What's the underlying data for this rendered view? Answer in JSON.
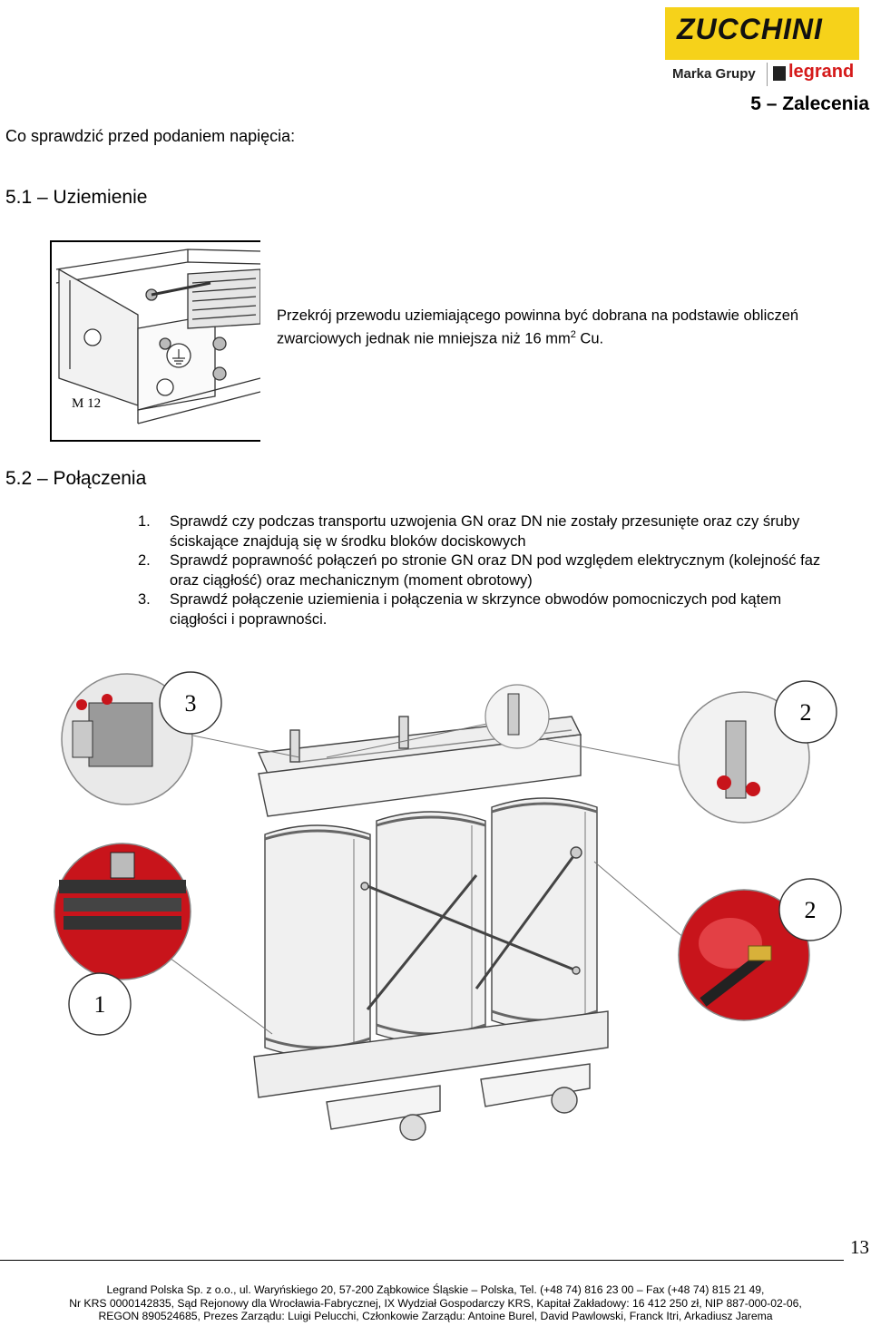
{
  "header": {
    "brand": "ZUCCHINI",
    "group_label": "Marka Grupy",
    "group_brand": "legrand",
    "chapter": "5 – Zalecenia"
  },
  "intro": "Co sprawdzić przed podaniem napięcia:",
  "section1": {
    "title": "5.1 – Uziemienie",
    "figure_label": "M 12",
    "text_before": "Przekrój przewodu uziemiającego powinna być dobrana na podstawie obliczeń zwarciowych jednak nie mniejsza niż 16 mm",
    "text_sup": "2",
    "text_after": " Cu."
  },
  "section2": {
    "title": "5.2 – Połączenia",
    "items": [
      {
        "num": "1.",
        "text": "Sprawdź czy podczas transportu uzwojenia GN oraz DN nie zostały przesunięte oraz czy śruby ściskające znajdują się w środku bloków dociskowych"
      },
      {
        "num": "2.",
        "text": "Sprawdź poprawność połączeń po stronie GN oraz DN pod względem elektrycznym (kolejność faz oraz ciągłość) oraz mechanicznym (moment obrotowy)"
      },
      {
        "num": "3.",
        "text": "Sprawdź połączenie uziemienia i połączenia w skrzynce obwodów pomocniczych pod kątem ciągłości i poprawności."
      }
    ],
    "callouts": [
      "3",
      "2",
      "2",
      "1"
    ]
  },
  "page_number": "13",
  "footer": {
    "line1": "Legrand Polska Sp. z o.o., ul. Waryńskiego 20, 57-200 Ząbkowice Śląskie – Polska, Tel. (+48 74) 816 23 00 – Fax (+48 74) 815 21 49,",
    "line2": "Nr KRS 0000142835, Sąd Rejonowy dla Wrocławia-Fabrycznej, IX Wydział Gospodarczy KRS, Kapitał Zakładowy: 16 412 250 zł, NIP 887-000-02-06,",
    "line3": "REGON 890524685, Prezes Zarządu: Luigi Pelucchi, Członkowie Zarządu: Antoine Burel, David Pawlowski, Franck Itri, Arkadiusz Jarema"
  },
  "colors": {
    "logo_yellow": "#f6d21a",
    "legrand_red": "#d51a1a",
    "part_red": "#c8141b"
  }
}
